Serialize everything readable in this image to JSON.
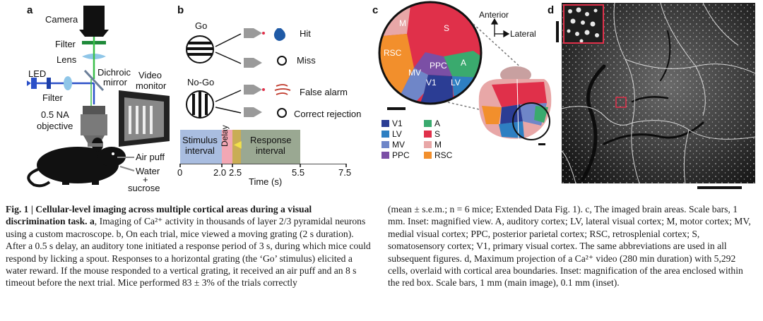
{
  "panels": {
    "a": {
      "letter": "a",
      "camera": "Camera",
      "filter_top": "Filter",
      "lens": "Lens",
      "led": "LED",
      "filter_left": "Filter",
      "dichroic_1": "Dichroic",
      "dichroic_2": "mirror",
      "video_1": "Video",
      "video_2": "monitor",
      "objective_1": "0.5 NA",
      "objective_2": "objective",
      "air_puff": "Air puff",
      "water_1": "Water",
      "water_2": "+",
      "water_3": "sucrose"
    },
    "b": {
      "letter": "b",
      "go": "Go",
      "nogo": "No-Go",
      "hit": "Hit",
      "miss": "Miss",
      "false_alarm": "False alarm",
      "correct_rejection": "Correct rejection",
      "stimulus_1": "Stimulus",
      "stimulus_2": "interval",
      "delay": "Delay",
      "response_1": "Response",
      "response_2": "interval",
      "ticks": [
        "0",
        "2.0",
        "2.5",
        "5.5",
        "7.5"
      ],
      "time_label": "Time (s)"
    },
    "c": {
      "letter": "c",
      "anterior": "Anterior",
      "lateral": "Lateral",
      "areas_in_map": [
        "S",
        "M",
        "RSC",
        "PPC",
        "A",
        "MV",
        "V1",
        "LV"
      ],
      "legend": [
        {
          "abbr": "V1",
          "color": "#2b3d94"
        },
        {
          "abbr": "A",
          "color": "#3aaa6e"
        },
        {
          "abbr": "LV",
          "color": "#2e7fc2"
        },
        {
          "abbr": "S",
          "color": "#e0304a"
        },
        {
          "abbr": "MV",
          "color": "#6f86c8"
        },
        {
          "abbr": "M",
          "color": "#e8a7a7"
        },
        {
          "abbr": "PPC",
          "color": "#7b4fa5"
        },
        {
          "abbr": "RSC",
          "color": "#f28f2c"
        }
      ]
    },
    "d": {
      "letter": "d"
    }
  },
  "caption": {
    "left_head": "Fig. 1 | Cellular-level imaging across multiple cortical areas during a visual discrimination task. a",
    "left_body": ", Imaging of Ca²⁺ activity in thousands of layer 2/3 pyramidal neurons using a custom macroscope. b, On each trial, mice viewed a moving grating (2 s duration). After a 0.5 s delay, an auditory tone initiated a response period of 3 s, during which mice could respond by licking a spout. Responses to a horizontal grating (the ‘Go’ stimulus) elicited a water reward. If the mouse responded to a vertical grating, it received an air puff and an 8 s timeout before the next trial. Mice performed 83 ± 3% of the trials correctly",
    "right_body": "(mean ± s.e.m.; n = 6 mice; Extended Data Fig. 1). c, The imaged brain areas. Scale bars, 1 mm. Inset: magnified view. A, auditory cortex; LV, lateral visual cortex; M, motor cortex; MV, medial visual cortex; PPC, posterior parietal cortex; RSC, retrosplenial cortex; S, somatosensory cortex; V1, primary visual cortex. The same abbreviations are used in all subsequent figures. d, Maximum projection of a Ca²⁺ video (280 min duration) with 5,292 cells, overlaid with cortical area boundaries. Inset: magnification of the area enclosed within the red box. Scale bars, 1 mm (main image), 0.1 mm (inset)."
  }
}
